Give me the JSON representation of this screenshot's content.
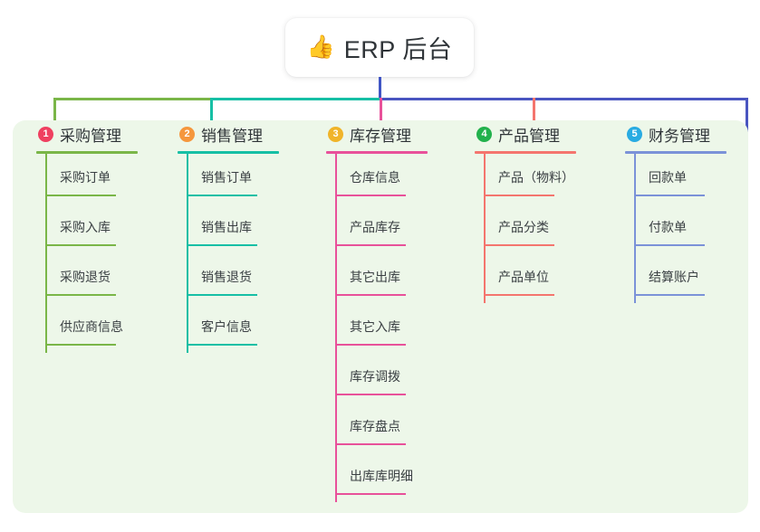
{
  "root": {
    "icon": "thumbs-up-icon",
    "emoji": "👍",
    "title": "ERP 后台"
  },
  "panel": {
    "background": "#edf7e9"
  },
  "connectors": {
    "stem_color": "#4055c4",
    "segment_colors": [
      "#7ab648",
      "#16bfa5",
      "#4a55c0"
    ],
    "drop_colors": [
      "#7ab648",
      "#16bfa5",
      "#e8519a",
      "#f4756e",
      "#4a55c0"
    ]
  },
  "columns": [
    {
      "number": "1",
      "title": "采购管理",
      "badge_color": "#ef4060",
      "accent": "#7ab648",
      "items": [
        "采购订单",
        "采购入库",
        "采购退货",
        "供应商信息"
      ]
    },
    {
      "number": "2",
      "title": "销售管理",
      "badge_color": "#f5973d",
      "accent": "#16bfa5",
      "items": [
        "销售订单",
        "销售出库",
        "销售退货",
        "客户信息"
      ]
    },
    {
      "number": "3",
      "title": "库存管理",
      "badge_color": "#f0b429",
      "accent": "#e8519a",
      "items": [
        "仓库信息",
        "产品库存",
        "其它出库",
        "其它入库",
        "库存调拨",
        "库存盘点",
        "出库库明细"
      ]
    },
    {
      "number": "4",
      "title": "产品管理",
      "badge_color": "#22b14c",
      "accent": "#f4756e",
      "items": [
        "产品（物料）",
        "产品分类",
        "产品单位"
      ]
    },
    {
      "number": "5",
      "title": "财务管理",
      "badge_color": "#29abe2",
      "accent": "#7b92d8",
      "items": [
        "回款单",
        "付款单",
        "结算账户"
      ]
    }
  ]
}
